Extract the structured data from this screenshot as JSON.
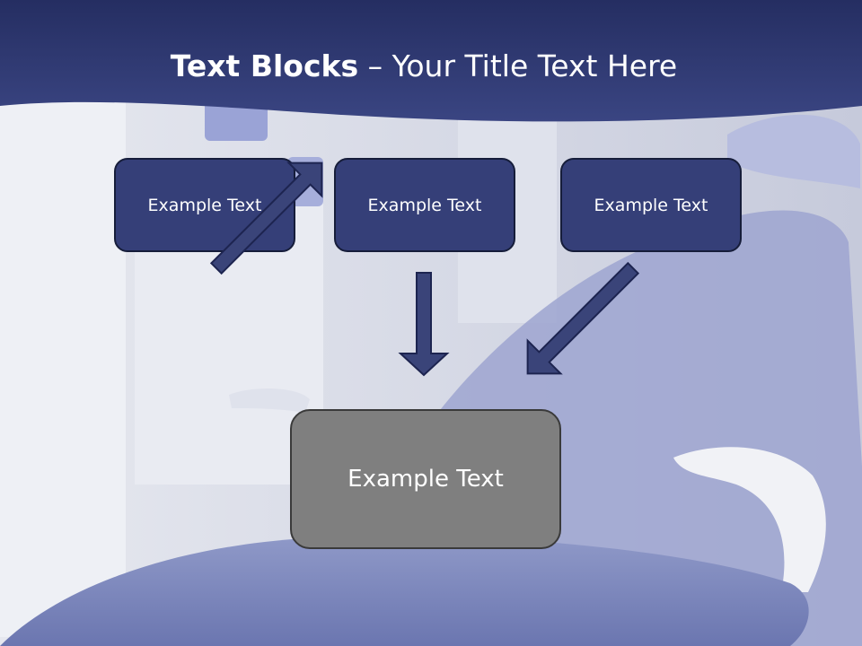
{
  "title": {
    "bold": "Text Blocks",
    "rest": " – Your Title Text Here"
  },
  "blocks": {
    "top": [
      "Example Text",
      "Example Text",
      "Example Text"
    ],
    "bottom": "Example Text"
  },
  "colors": {
    "header": "#2d3872",
    "block_fill": "#353f78",
    "arrow_fill": "#3a4479",
    "bottom_fill": "#7f7f7f",
    "text": "#ffffff"
  }
}
